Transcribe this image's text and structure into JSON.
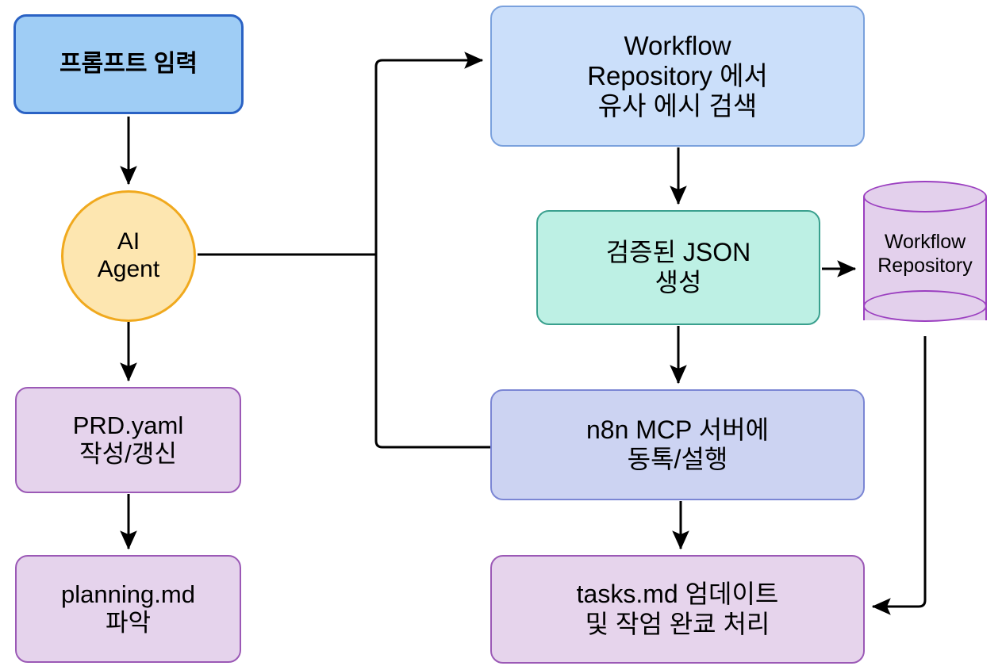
{
  "diagram": {
    "title": "AI Agent n8n workflow automation flowchart",
    "background": "#ffffff",
    "colors": {
      "prompt_fill": "#9fcdf5",
      "prompt_stroke": "#2a62c4",
      "agent_fill": "#fde6b0",
      "agent_stroke": "#f0a91e",
      "doc_fill": "#e5d3ec",
      "doc_stroke": "#9b59b6",
      "search_fill": "#cbdffa",
      "search_stroke": "#7aa1dd",
      "json_fill": "#bdf0e4",
      "json_stroke": "#3aa08e",
      "mcp_fill": "#ccd3f2",
      "mcp_stroke": "#7b86d4",
      "db_fill": "#e3d0ec",
      "db_stroke": "#9b3fc0",
      "edge_stroke": "#000000"
    },
    "nodes": {
      "prompt": {
        "label": "프롬프트 임력",
        "shape": "rounded-rect"
      },
      "agent": {
        "label": "AI\nAgent",
        "shape": "ellipse"
      },
      "prd": {
        "label": "PRD.yaml\n작성/갱신",
        "shape": "rounded-rect"
      },
      "planning": {
        "label": "planning.md\n파악",
        "shape": "rounded-rect"
      },
      "search": {
        "label": "Workflow\nRepository 에서\n유사 에시 검색",
        "shape": "rounded-rect"
      },
      "json": {
        "label": "검증된 JSON\n생성",
        "shape": "rounded-rect"
      },
      "mcp": {
        "label": "n8n MCP 서버에\n동톡/설행",
        "shape": "rounded-rect"
      },
      "tasks": {
        "label": "tasks.md 엄데이트\n및 작엄 완쿄 처리",
        "shape": "rounded-rect"
      },
      "db": {
        "label": "Workflow\nRepository",
        "shape": "cylinder"
      }
    },
    "edges": [
      {
        "from": "prompt",
        "to": "agent",
        "arrow": true
      },
      {
        "from": "agent",
        "to": "prd",
        "arrow": true
      },
      {
        "from": "prd",
        "to": "planning",
        "arrow": true
      },
      {
        "from": "agent",
        "to": "search",
        "arrow": true
      },
      {
        "from": "agent",
        "to": "mcp",
        "arrow": false
      },
      {
        "from": "search",
        "to": "json",
        "arrow": true
      },
      {
        "from": "json",
        "to": "db",
        "arrow": true
      },
      {
        "from": "json",
        "to": "mcp",
        "arrow": true
      },
      {
        "from": "mcp",
        "to": "tasks",
        "arrow": true
      },
      {
        "from": "db",
        "to": "tasks",
        "arrow": true
      }
    ]
  }
}
